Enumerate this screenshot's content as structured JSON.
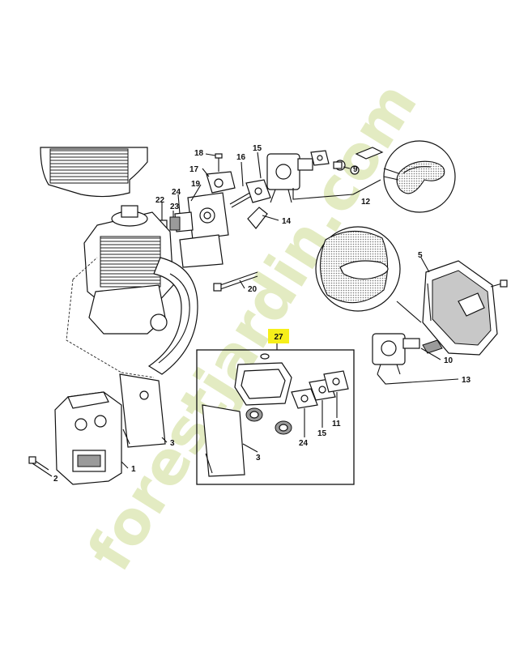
{
  "watermark": {
    "text": "forestjardin.com",
    "color_main": "#dfe8b8",
    "color_accent": "#f5c48a"
  },
  "highlight": {
    "label": "27",
    "color": "#f6ef1a"
  },
  "callouts": [
    {
      "id": "18",
      "text": "18"
    },
    {
      "id": "16",
      "text": "16"
    },
    {
      "id": "15a",
      "text": "15"
    },
    {
      "id": "17",
      "text": "17"
    },
    {
      "id": "19",
      "text": "19"
    },
    {
      "id": "24a",
      "text": "24"
    },
    {
      "id": "22",
      "text": "22"
    },
    {
      "id": "23",
      "text": "23"
    },
    {
      "id": "14",
      "text": "14"
    },
    {
      "id": "9",
      "text": "9"
    },
    {
      "id": "12",
      "text": "12"
    },
    {
      "id": "5",
      "text": "5"
    },
    {
      "id": "20",
      "text": "20"
    },
    {
      "id": "10",
      "text": "10"
    },
    {
      "id": "13",
      "text": "13"
    },
    {
      "id": "3a",
      "text": "3"
    },
    {
      "id": "1",
      "text": "1"
    },
    {
      "id": "2",
      "text": "2"
    },
    {
      "id": "24b",
      "text": "24"
    },
    {
      "id": "15b",
      "text": "15"
    },
    {
      "id": "11",
      "text": "11"
    },
    {
      "id": "3b",
      "text": "3"
    }
  ],
  "colors": {
    "line": "#111111",
    "part_grey": "#9a9a9a",
    "filter_dot": "#7a7a7a"
  }
}
